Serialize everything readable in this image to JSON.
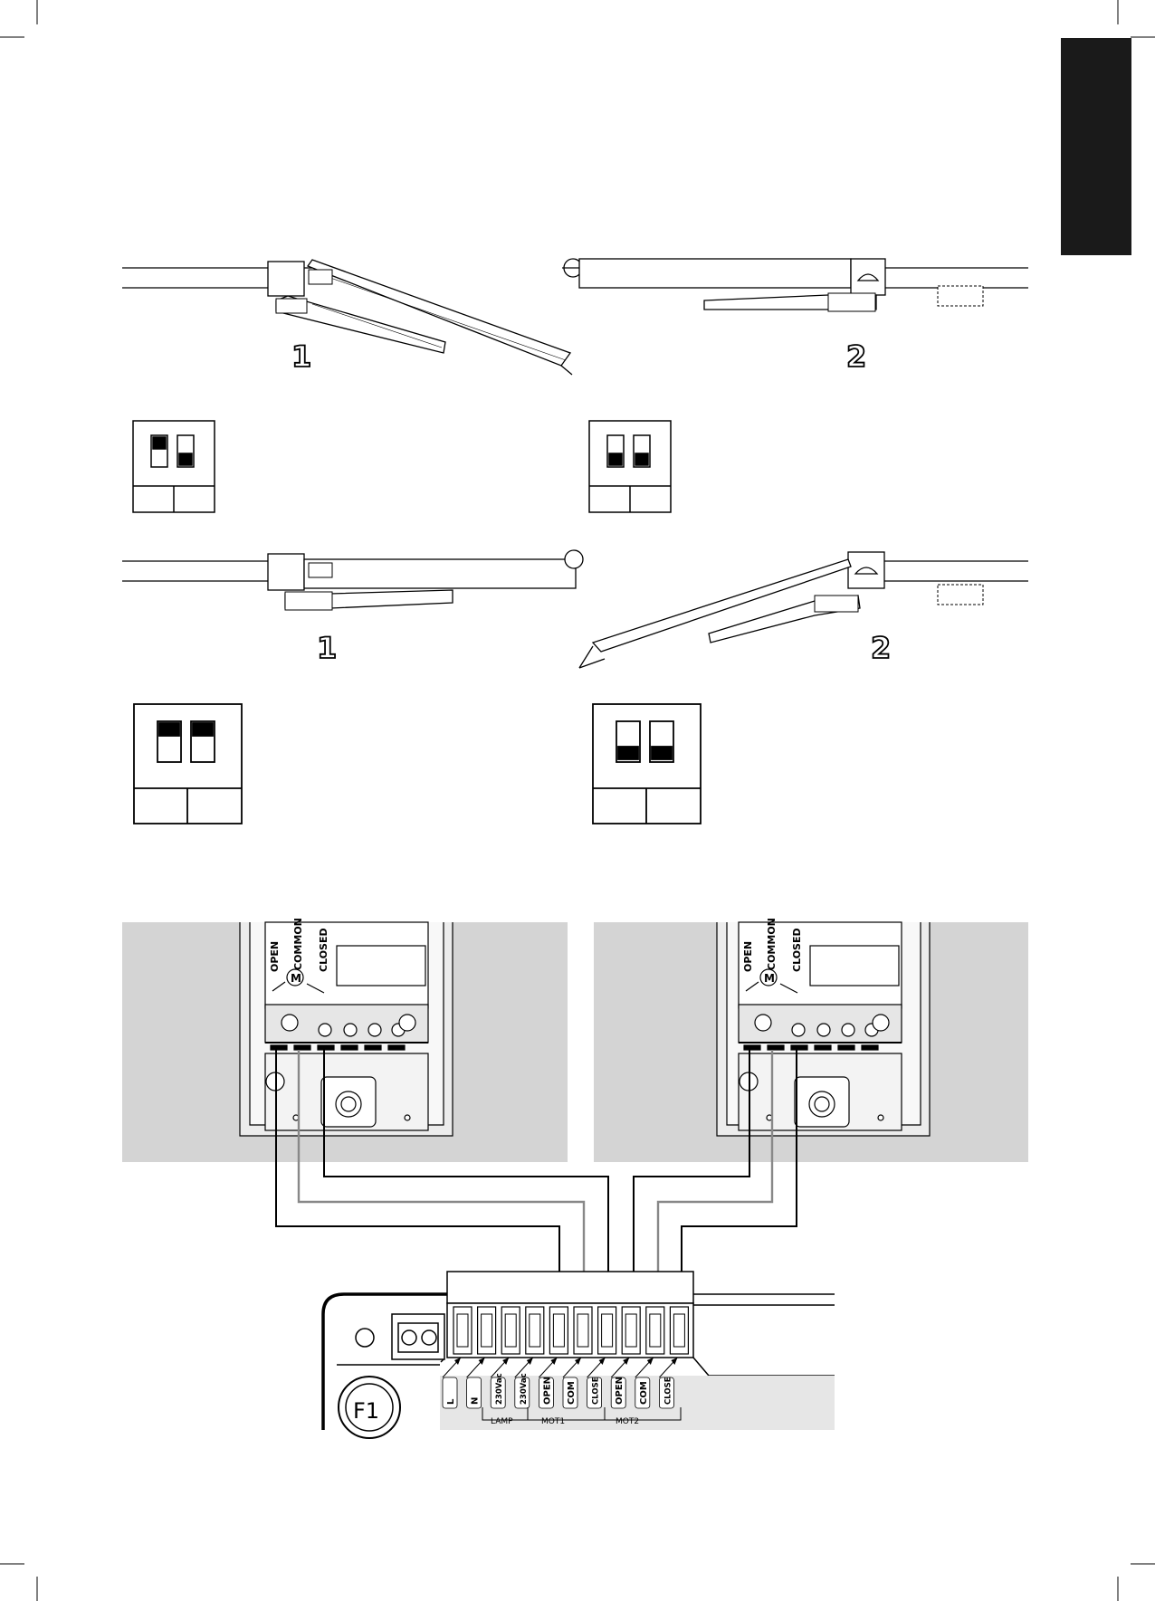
{
  "page": {
    "tab_color": "#1a1a1a",
    "panel_color": "#d4d4d4",
    "strip_color": "#e6e6e6"
  },
  "figures": {
    "row1_left_number": "1",
    "row1_right_number": "2",
    "row2_left_number": "1",
    "row2_right_number": "2"
  },
  "dip_switches": [
    {
      "position": "row1-left",
      "switch1": "up",
      "switch2": "down"
    },
    {
      "position": "row1-right",
      "switch1": "down",
      "switch2": "down"
    },
    {
      "position": "row2-left",
      "switch1": "up",
      "switch2": "up"
    },
    {
      "position": "row2-right",
      "switch1": "down",
      "switch2": "down"
    }
  ],
  "motor_panels": {
    "left": {
      "label_open": "OPEN",
      "label_common": "COMMON",
      "label_closed": "CLOSED",
      "motor_symbol": "M"
    },
    "right": {
      "label_open": "OPEN",
      "label_common": "COMMON",
      "label_closed": "CLOSED",
      "motor_symbol": "M"
    }
  },
  "control_board": {
    "fuse": "F1",
    "terminals": [
      "L",
      "N",
      "230Vac",
      "230Vac",
      "OPEN",
      "COM",
      "CLOSE",
      "OPEN",
      "COM",
      "CLOSE"
    ],
    "groups": {
      "lamp": "LAMP",
      "mot1": "MOT1",
      "mot2": "MOT2"
    }
  }
}
